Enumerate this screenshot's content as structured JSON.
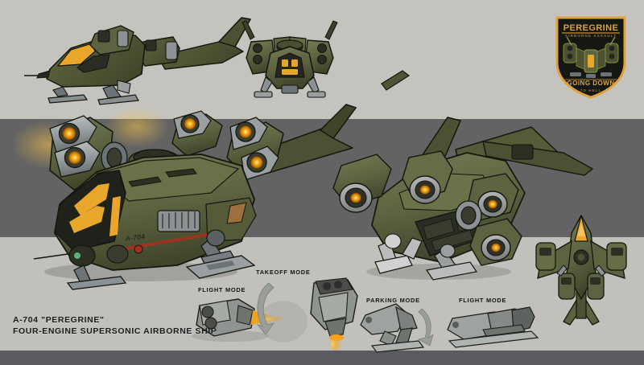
{
  "sheet": {
    "title_line1": "A-704 \"PEREGRINE\"",
    "title_line2": "FOUR-ENGINE SUPERSONIC AIRBORNE SHIP",
    "hull_code": "A-704",
    "background_bands": [
      "#c5c3be",
      "#636363",
      "#c2c0bb",
      "#5a5a60"
    ]
  },
  "badge": {
    "name_text": "PEREGRINE",
    "subtitle_text": "AIRBORNE ASSAULT",
    "motto_line1": "GOING DOWN",
    "motto_line2": "TO HELL",
    "border_color": "#e0a33a",
    "field_color": "#141712",
    "text_color": "#d8a43c"
  },
  "callouts": [
    {
      "id": "flight-mode-nacelle",
      "label": "FLIGHT MODE"
    },
    {
      "id": "takeoff-mode-nacelle",
      "label": "TAKEOFF MODE"
    },
    {
      "id": "parking-mode-gear",
      "label": "PARKING MODE"
    },
    {
      "id": "flight-mode-gear",
      "label": "FLIGHT MODE"
    }
  ],
  "palette": {
    "hull_green": "#5c6340",
    "hull_green_dark": "#454a2e",
    "hull_green_light": "#6f7650",
    "armor_gray": "#9aa0a2",
    "armor_gray_dark": "#6d7477",
    "panel_black": "#24261f",
    "glow_orange": "#f2a21c",
    "glow_amber": "#e8b93f",
    "outline": "#15170f",
    "accent_red": "#a33022"
  },
  "views": [
    {
      "id": "side-profile-view",
      "note": "port side elevation, skids down"
    },
    {
      "id": "front-elevation-view",
      "note": "nose-on symmetric view"
    },
    {
      "id": "hero-three-quarter-view",
      "note": "large front three-quarter hero"
    },
    {
      "id": "rear-three-quarter-view",
      "note": "large rear three-quarter, engines lit"
    },
    {
      "id": "top-plan-view",
      "note": "top-down plan, V-tail"
    }
  ]
}
